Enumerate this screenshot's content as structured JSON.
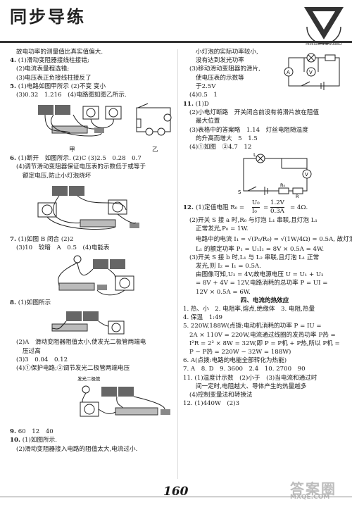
{
  "header": {
    "title": "同步导练",
    "logo_text": "名师点拨"
  },
  "left": {
    "l0": "故电功率的测量值比真实值偏大.",
    "q4": [
      "4.",
      "(1)滑动变阻器接线柱接错;"
    ],
    "q4b": "(2)电流表量程选错;",
    "q4c": "(3)电压表正负接线柱接反了",
    "q5": [
      "5.",
      "(1)电路如图甲所示",
      "(2)不变",
      "变小"
    ],
    "q5b": "(3)0.32　1.216　(4)电路图如图乙所示.",
    "q5cap": [
      "甲",
      "乙"
    ],
    "q6": [
      "6.",
      "(1)断开　如图所示.",
      "(2)C",
      "(3)2.5　0.28　0.7"
    ],
    "q6b": "(4)调节滑动变阻器保证电压表的示数低于或等于",
    "q6c": "额定电压,防止小灯泡烧坏",
    "q7": [
      "7.",
      "(1)如图",
      "B",
      "闭合",
      "(2)2"
    ],
    "q7b": "(3)10　较暗　A　0.5　(4)电能表",
    "q8": [
      "8.",
      "(1)如图所示"
    ],
    "q8b": "(2)A　滑动变阻器阻值太小,使发光二极管两端电",
    "q8c": "压过高",
    "q8d": "(3)3　0.04　0.12",
    "q8e": "(4)①保护电路;②调节发光二极管两端电压",
    "q8fig": "发光二极管",
    "q9": [
      "9.",
      "60　12　40"
    ],
    "q10": [
      "10.",
      "(1)如图所示."
    ],
    "q10b": "(2)滑动变阻器接入电路的阻值太大,电流过小."
  },
  "right": {
    "r0": "小灯泡的实际功率较小,",
    "r1": "没有达到发光功率",
    "r2": "(3)移动滑动变阻器的滑片,",
    "r3": "使电压表的示数等",
    "r4": "于2.5V",
    "r5": "(4)0.5　1",
    "q11": [
      "11.",
      "(1)D"
    ],
    "q11b": "(2)小电灯断路　开关闭合前没有将滑片放在阻值",
    "q11c": "最大位置",
    "q11d": "(3)表格中的答案略　1.14　灯丝电阻随温度",
    "q11e": "的升高而增大　5　1.5",
    "q11f": "(4)①如图　②4.7　12",
    "q11fig": [
      "L",
      "V",
      "S",
      "R₀",
      "R"
    ],
    "q12": [
      "12.",
      "(1)定值电阻 R₀ =",
      "U₀",
      "I₀",
      "=",
      "1.2V",
      "0.3A",
      "= 4Ω."
    ],
    "q12b": "(2)开关 S 接 a 时,R₀ 与灯泡 L₁ 串联,且灯泡 L₁",
    "q12c": "正常发光,P₀ = 1W.",
    "q12d": [
      "电路中的电流 I₁ =",
      "√(P₀/R₀) = √(1W/4Ω) = 0.5A,",
      "故灯泡"
    ],
    "q12e": "L₁ 的额定功率 P₁ = U₁I₁ = 8V × 0.5A = 4W.",
    "q12f": "(3)开关 S 接 b 时,L₁ 与 L₂ 串联,且灯泡 L₁ 正常",
    "q12g": "发光,则 I₂ = I₁ = 0.5A.",
    "q12h": "由图像可知,U₂ = 4V,故电源电压 U = U₁ + U₂",
    "q12i": "= 8V + 4V = 12V,电路消耗的总功率 P = UI =",
    "q12j": "12V × 0.5A = 6W.",
    "sec": "四、电流的热效应",
    "a1": "1. 热、小　2. 电阻率,熔点,绝缘体　3. 电阻,热量",
    "a4": "4. 保温　1:49",
    "a5": "5. 220W,188W(点拨:电动机消耗的功率 P = IU =",
    "a5b": "2A × 110V = 220W,电流通过线圈的发热功率 P热 =",
    "a5c": "I²R = 2² × 8W = 32W,即 P = P机 + P热,所以 P机 =",
    "a5d": "P − P热 = 220W − 32W = 188W)",
    "a6": "6. A(点拨:电路的电能全部转化为热能)",
    "a7": "7. A　8. D　9. 3600　2.4　10. 2700　90",
    "a11": "11. (1)温度计示数　(2)小于　(3)当电流和通过时",
    "a11b": "间一定时,电阻越大、导体产生的热量越多",
    "a11c": "(4)控制变量法和转换法",
    "a12": "12. (1)440W　(2)3"
  },
  "footer": {
    "page": "160",
    "watermark1": "答案圈",
    "watermark2": "MXQE.COM"
  }
}
